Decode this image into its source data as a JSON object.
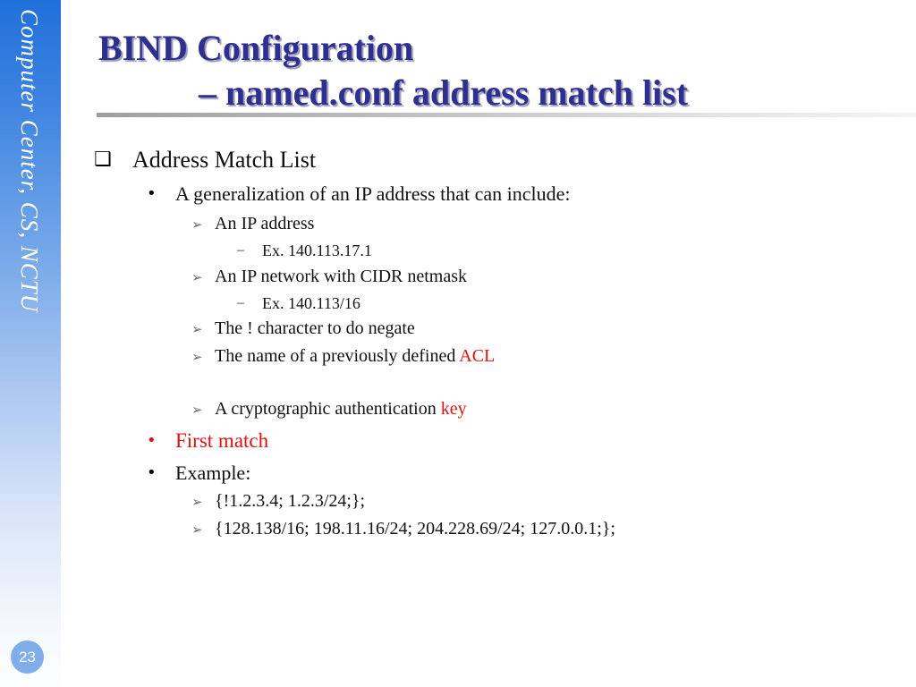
{
  "slide": {
    "title_line1": "BIND Configuration",
    "title_line2": "– named.conf address match list",
    "page_number": "23"
  },
  "sidebar": {
    "label": "Computer Center, CS, NCTU"
  },
  "glyphs": {
    "square_bullet": "❑",
    "dot_bullet": "•",
    "arrow_bullet": "➢",
    "dash_bullet": "–"
  },
  "colors": {
    "title_navy": "#2f2f8f",
    "accent_red": "#e01111",
    "sidebar_blue_top": "#2070da",
    "page_circle_blue": "#7faeea",
    "rule_gray": "#9f9f9f"
  },
  "content": {
    "rows": [
      {
        "level": 1,
        "text": "Address Match List"
      },
      {
        "level": 2,
        "text": "A generalization of an IP address that can include:"
      },
      {
        "level": 3,
        "text": "An IP address"
      },
      {
        "level": 4,
        "text": "Ex. 140.113.17.1"
      },
      {
        "level": 3,
        "text": "An IP network with CIDR netmask"
      },
      {
        "level": 4,
        "text": "Ex. 140.113/16"
      },
      {
        "level": 3,
        "text": "The ! character to do negate"
      },
      {
        "level": 3,
        "text": "The name of a previously defined ",
        "highlight": "ACL"
      },
      {
        "level": 3,
        "text": "A cryptographic authentication ",
        "highlight": "key"
      },
      {
        "level": 2,
        "text": "First match",
        "color": "red"
      },
      {
        "level": 2,
        "text": "Example:"
      },
      {
        "level": 3,
        "text": "{!1.2.3.4; 1.2.3/24;};"
      },
      {
        "level": 3,
        "text": "{128.138/16; 198.11.16/24; 204.228.69/24; 127.0.0.1;};"
      }
    ]
  }
}
